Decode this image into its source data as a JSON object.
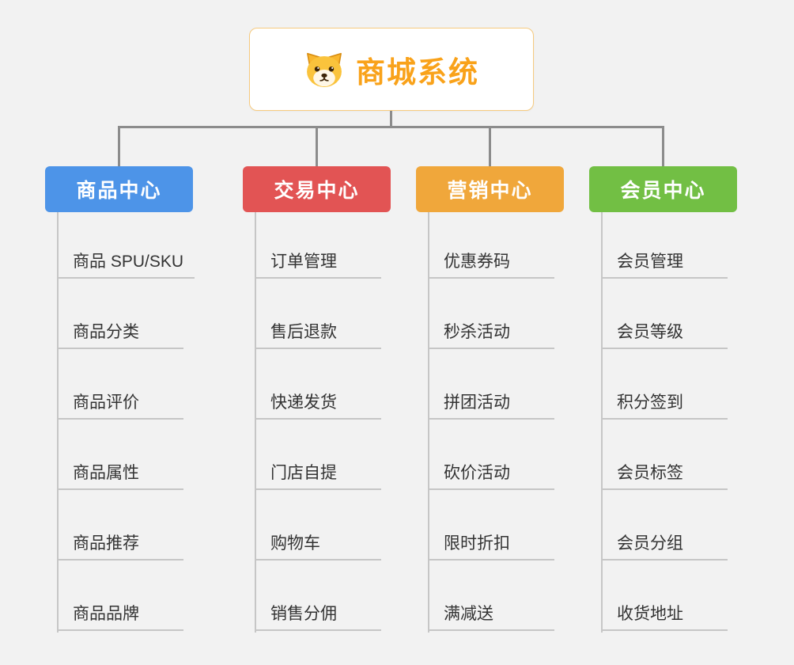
{
  "root": {
    "title": "商城系统",
    "icon": "dog-icon",
    "title_color": "#F9A21A",
    "border_color": "#F6CA7F"
  },
  "style": {
    "connector_color": "#8C8C8C",
    "branch_line_color": "#C6C6C6",
    "background_color": "#F2F2F2"
  },
  "branches": [
    {
      "label": "商品中心",
      "color": "#4D94E8",
      "items": [
        "商品 SPU/SKU",
        "商品分类",
        "商品评价",
        "商品属性",
        "商品推荐",
        "商品品牌"
      ]
    },
    {
      "label": "交易中心",
      "color": "#E25454",
      "items": [
        "订单管理",
        "售后退款",
        "快递发货",
        "门店自提",
        "购物车",
        "销售分佣"
      ]
    },
    {
      "label": "营销中心",
      "color": "#F0A73B",
      "items": [
        "优惠券码",
        "秒杀活动",
        "拼团活动",
        "砍价活动",
        "限时折扣",
        "满减送"
      ]
    },
    {
      "label": "会员中心",
      "color": "#72BF44",
      "items": [
        "会员管理",
        "会员等级",
        "积分签到",
        "会员标签",
        "会员分组",
        "收货地址"
      ]
    }
  ]
}
